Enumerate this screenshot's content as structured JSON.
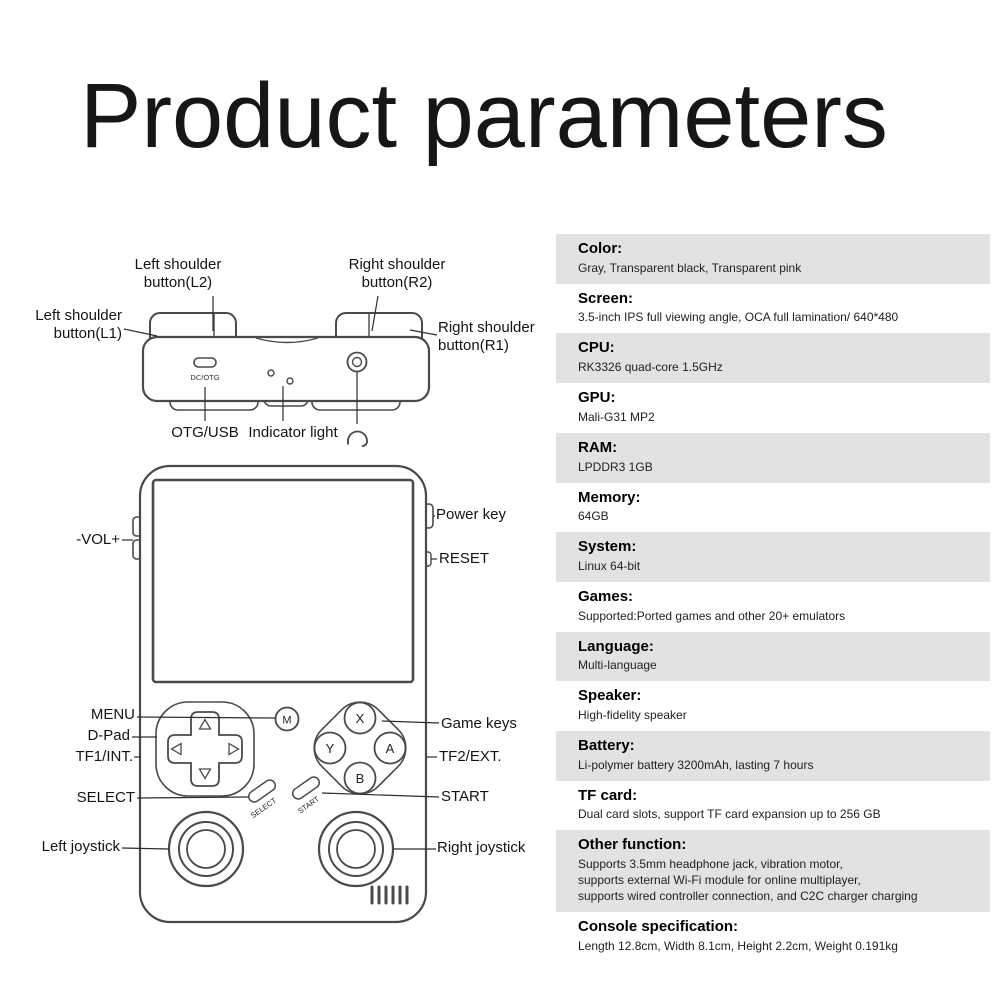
{
  "title": "Product parameters",
  "colors": {
    "stripe": "#e2e2e2",
    "line": "#4a4a4a"
  },
  "diagram": {
    "labels": {
      "l2": "Left shoulder\nbutton(L2)",
      "r2": "Right shoulder\nbutton(R2)",
      "l1": "Left shoulder\nbutton(L1)",
      "r1": "Right shoulder\nbutton(R1)",
      "dc_otg": "DC/OTG",
      "otg_usb": "OTG/USB",
      "indicator_light": "Indicator light",
      "volume": "-VOL+",
      "power_key": "Power key",
      "reset": "RESET",
      "menu": "MENU",
      "dpad": "D-Pad",
      "tf1": "TF1/INT.",
      "select": "SELECT",
      "left_joystick": "Left joystick",
      "game_keys": "Game keys",
      "tf2": "TF2/EXT.",
      "start": "START",
      "right_joystick": "Right joystick"
    },
    "buttons": {
      "m": "M",
      "x": "X",
      "y": "Y",
      "a": "A",
      "b": "B",
      "select": "SELECT",
      "start": "START"
    }
  },
  "specs": [
    {
      "label": "Color:",
      "value": "Gray, Transparent black, Transparent pink"
    },
    {
      "label": "Screen:",
      "value": "3.5-inch IPS full viewing angle, OCA full lamination/ 640*480"
    },
    {
      "label": "CPU:",
      "value": "RK3326 quad-core 1.5GHz"
    },
    {
      "label": "GPU:",
      "value": "Mali-G31 MP2"
    },
    {
      "label": "RAM:",
      "value": "LPDDR3 1GB"
    },
    {
      "label": "Memory:",
      "value": "64GB"
    },
    {
      "label": "System:",
      "value": "Linux 64-bit"
    },
    {
      "label": "Games:",
      "value": "Supported:Ported games and other 20+ emulators"
    },
    {
      "label": "Language:",
      "value": "Multi-language"
    },
    {
      "label": "Speaker:",
      "value": "High-fidelity speaker"
    },
    {
      "label": "Battery:",
      "value": "Li-polymer battery 3200mAh, lasting 7 hours"
    },
    {
      "label": "TF card:",
      "value": "Dual card slots, support TF card expansion up to 256 GB"
    },
    {
      "label": "Other function:",
      "value": "Supports 3.5mm headphone jack, vibration motor,\nsupports external Wi-Fi module for online multiplayer,\nsupports wired controller connection, and C2C charger charging"
    },
    {
      "label": "Console specification:",
      "value": "Length 12.8cm, Width 8.1cm, Height 2.2cm, Weight 0.191kg"
    }
  ]
}
